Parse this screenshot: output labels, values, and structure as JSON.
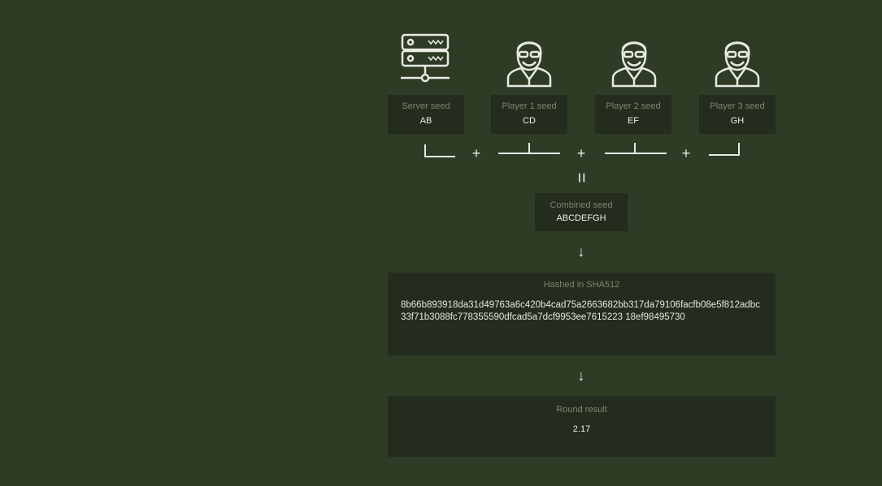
{
  "icons": [
    "server-icon",
    "player-icon",
    "player-icon",
    "player-icon"
  ],
  "seeds": [
    {
      "label": "Server seed",
      "value": "AB"
    },
    {
      "label": "Player 1 seed",
      "value": "CD"
    },
    {
      "label": "Player 2 seed",
      "value": "EF"
    },
    {
      "label": "Player 3 seed",
      "value": "GH"
    }
  ],
  "plus": "+",
  "equals": "=",
  "combined": {
    "label": "Combined seed",
    "value": "ABCDEFGH"
  },
  "hashed": {
    "label": "Hashed in SHA512",
    "value": "8b66b893918da31d49763a6c420b4cad75a2663682bb317da79106facfb08e5f812adbc33f71b3088fc778355590dfcad5a7dcf9953ee7615223 18ef98495730"
  },
  "result": {
    "label": "Round result",
    "value": "2.17"
  },
  "arrow": "↓"
}
